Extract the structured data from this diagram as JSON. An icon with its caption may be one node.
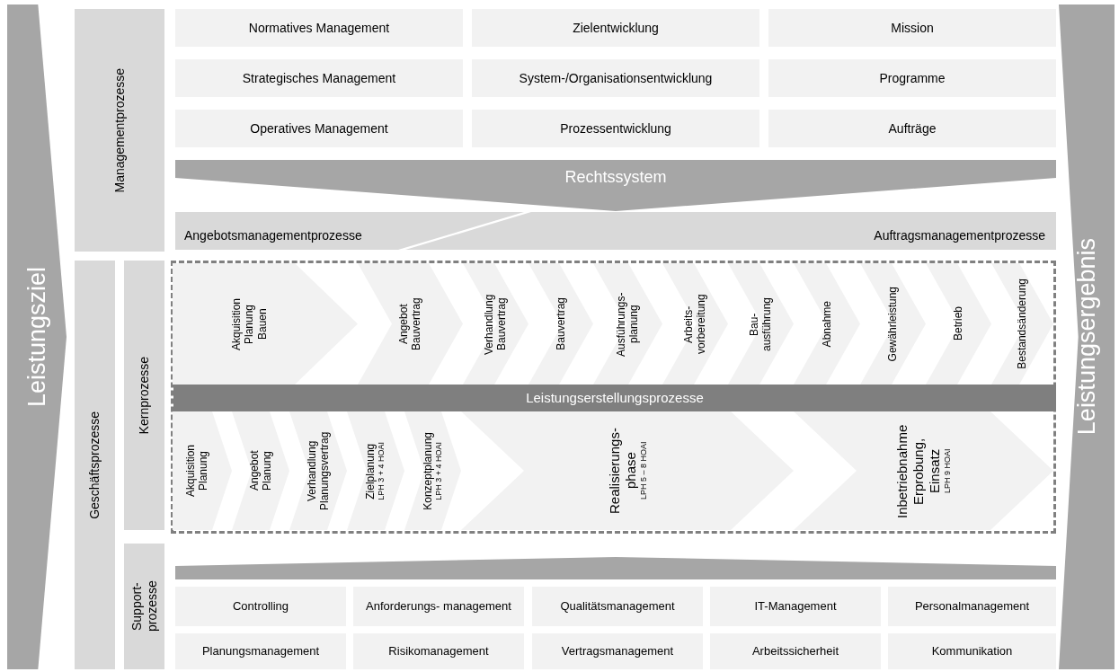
{
  "diagram": {
    "nodes": [
      {
        "text": [
          "Leistungsziel"
        ]
      },
      {
        "text": [
          "Managementprozesse"
        ]
      },
      {
        "text": [
          "Normatives Management"
        ]
      },
      {
        "text": [
          "Zielentwicklung"
        ]
      },
      {
        "text": [
          "Mission"
        ]
      },
      {
        "text": [
          "Strategisches Management"
        ]
      },
      {
        "text": [
          "System-/Organisationsentwicklung"
        ]
      },
      {
        "text": [
          "Programme"
        ]
      },
      {
        "text": [
          "Operatives Management"
        ]
      },
      {
        "text": [
          "Prozessentwicklung"
        ]
      },
      {
        "text": [
          "Aufträge"
        ]
      },
      {
        "text": [
          "Rechtssystem"
        ]
      },
      {
        "text": [
          "Angebotsmanagementprozesse"
        ]
      },
      {
        "text": [
          "Auftragsmanagementprozesse"
        ]
      },
      {
        "text": [
          "Geschäftsprozesse"
        ]
      },
      {
        "text": [
          "Kernprozesse"
        ]
      },
      {
        "text": [],
        "shape": "box"
      },
      {
        "text": [
          "Akquisition Planung Bauen"
        ],
        "in": 16
      },
      {
        "text": [
          "Angebot Bauvertrag"
        ],
        "in": 16
      },
      {
        "text": [
          "Verhandlung Bauvertrag"
        ],
        "in": 16
      },
      {
        "text": [
          "Bauvertrag"
        ],
        "in": 16
      },
      {
        "text": [
          "Ausführungs- planung"
        ],
        "in": 16
      },
      {
        "text": [
          "Arbeits- vorbereitung"
        ],
        "in": 16
      },
      {
        "text": [
          "Bau- ausführung"
        ],
        "in": 16
      },
      {
        "text": [
          "Abnahme"
        ],
        "in": 16
      },
      {
        "text": [
          "Gewährleistung"
        ],
        "in": 16
      },
      {
        "text": [
          "Betrieb"
        ],
        "in": 16
      },
      {
        "text": [
          "Bestandsänderung"
        ],
        "in": 16
      },
      {
        "text": [
          "Leistungserstellungsprozesse"
        ],
        "in": 16
      },
      {
        "text": [
          "Akquisition Planung"
        ],
        "in": 16
      },
      {
        "text": [
          "Angebot Planung"
        ],
        "in": 16
      },
      {
        "text": [
          "Verhandlung Planungsvertrag"
        ],
        "in": 16
      },
      {
        "text": [
          "Zielplanung",
          "LPH 3 + 4 HOAI"
        ],
        "in": 16
      },
      {
        "text": [
          "Konzeptplanung",
          "LPH 3 + 4 HOAI"
        ],
        "in": 16
      },
      {
        "text": [
          "Realisierungs- phase",
          "LPH 5 – 8 HOAI"
        ],
        "in": 16
      },
      {
        "text": [
          "Inbetriebnahme Erprobung, Einsatz",
          "LPH 9 HOAI"
        ],
        "in": 16
      },
      {
        "text": [
          "Support- prozesse"
        ]
      },
      {
        "text": [],
        "shape": "bar"
      },
      {
        "text": [
          "Controlling"
        ]
      },
      {
        "text": [
          "Anforderungs- management"
        ]
      },
      {
        "text": [
          "Qualitätsmanagement"
        ]
      },
      {
        "text": [
          "IT-Management"
        ]
      },
      {
        "text": [
          "Personalmanagement"
        ]
      },
      {
        "text": [
          "Planungsmanagement"
        ]
      },
      {
        "text": [
          "Risikomanagement"
        ]
      },
      {
        "text": [
          "Vertragsmanagement"
        ]
      },
      {
        "text": [
          "Arbeitssicherheit"
        ]
      },
      {
        "text": [
          "Kommunikation"
        ]
      },
      {
        "text": [
          "Leistungsergebnis"
        ]
      }
    ]
  }
}
